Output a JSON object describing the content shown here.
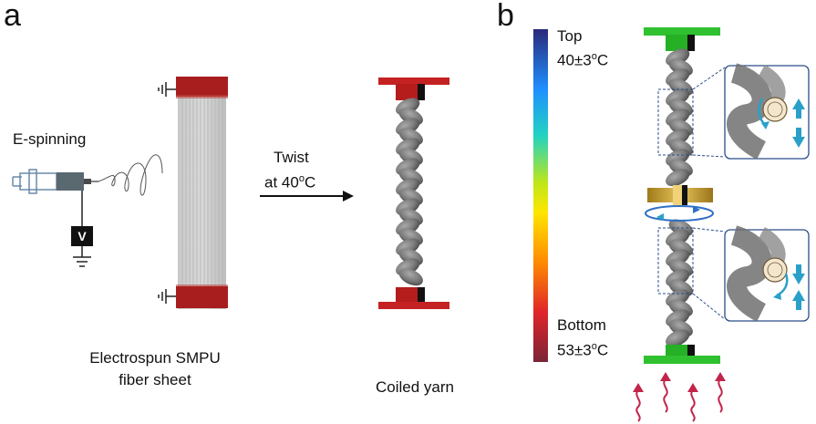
{
  "panel_a": {
    "letter": "a",
    "espinning_label": "E-spinning",
    "voltage_label": "V",
    "twist_line1": "Twist",
    "twist_line2": "at 40",
    "twist_sup": "o",
    "twist_unit": "C",
    "sheet_caption_line1": "Electrospun SMPU",
    "sheet_caption_line2": "fiber sheet",
    "yarn_caption": "Coiled yarn"
  },
  "panel_b": {
    "letter": "b",
    "top_label": "Top",
    "top_temp": "40±3",
    "top_temp_sup": "o",
    "top_temp_unit": "C",
    "bottom_label": "Bottom",
    "bottom_temp": "53±3",
    "bottom_temp_sup": "o",
    "bottom_temp_unit": "C"
  },
  "colors": {
    "clamp_red": "#b51c1c",
    "clamp_green": "#2fc12f",
    "yarn_gray": "#8a8a8a",
    "heat_wave": "#c2244a",
    "arrow_blue": "#2aa0c8",
    "rotation_ring": "#2f6fc4",
    "gold_clamp": "#c8a233",
    "colorbar": [
      "#2a2a7a",
      "#1f8fff",
      "#22d3c2",
      "#bde61a",
      "#ffe600",
      "#ff8a00",
      "#e0252a",
      "#7a2436"
    ]
  }
}
